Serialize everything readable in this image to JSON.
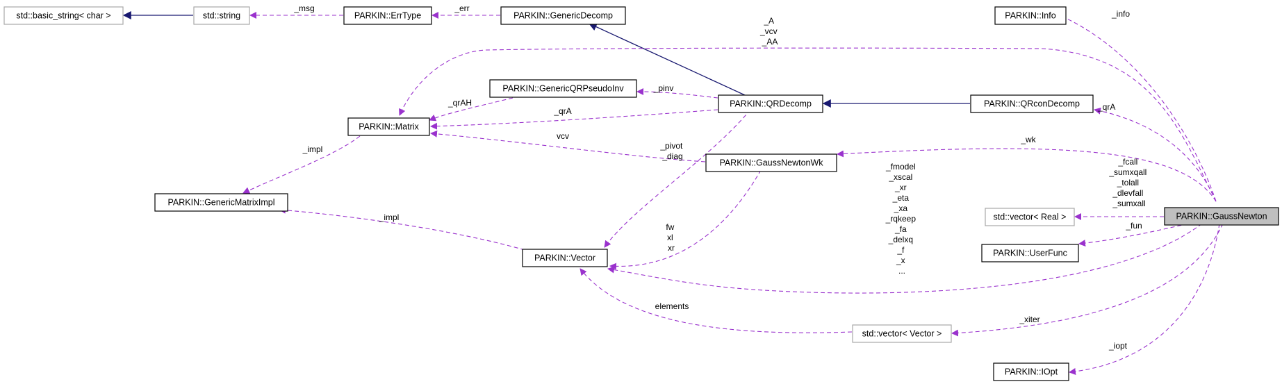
{
  "nodes": {
    "basic_string": "std::basic_string< char >",
    "string": "std::string",
    "errtype": "PARKIN::ErrType",
    "genericdecomp": "PARKIN::GenericDecomp",
    "info": "PARKIN::Info",
    "qrpseudoinv": "PARKIN::GenericQRPseudoInv",
    "matrix": "PARKIN::Matrix",
    "qrdecomp": "PARKIN::QRDecomp",
    "qrcondecomp": "PARKIN::QRconDecomp",
    "gaussnewtonwk": "PARKIN::GaussNewtonWk",
    "genericmatriximpl": "PARKIN::GenericMatrixImpl",
    "vector_real": "std::vector< Real >",
    "gaussnewton": "PARKIN::GaussNewton",
    "userfunc": "PARKIN::UserFunc",
    "vector": "PARKIN::Vector",
    "vector_vector": "std::vector< Vector >",
    "iopt": "PARKIN::IOpt"
  },
  "labels": {
    "msg": "_msg",
    "err": "_err",
    "info": "_info",
    "matrix_from_gn": [
      "_A",
      "_vcv",
      "_AA"
    ],
    "pinv": "_pinv",
    "qrAH": "_qrAH",
    "qrA_matrix": "_qrA",
    "qrA_gn": "_qrA",
    "impl_matrix": "_impl",
    "vcv": "vcv",
    "pivot_diag": [
      "_pivot",
      "_diag"
    ],
    "wk": "_wk",
    "impl_vector": "_impl",
    "fw_xl_xr": [
      "fw",
      "xl",
      "xr"
    ],
    "vector_from_gn": [
      "_fmodel",
      "_xscal",
      "_xr",
      "_eta",
      "_xa",
      "_rqkeep",
      "_fa",
      "_delxq",
      "_f",
      "_x",
      "..."
    ],
    "vector_real": [
      "_fcall",
      "_sumxqall",
      "_tolall",
      "_dlevfall",
      "_sumxall"
    ],
    "fun": "_fun",
    "elements": "elements",
    "xiter": "_xiter",
    "iopt": "_iopt"
  }
}
